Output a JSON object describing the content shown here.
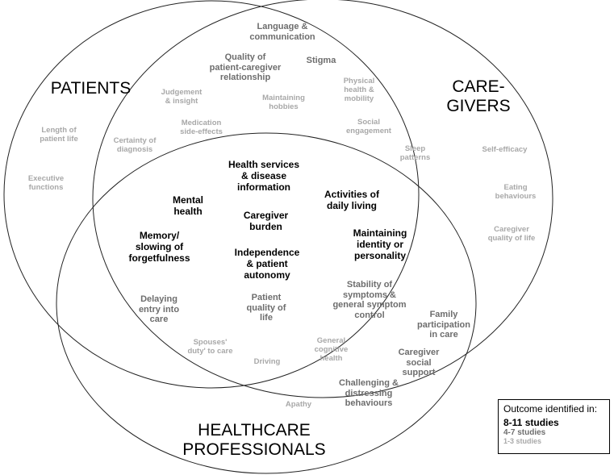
{
  "groups": {
    "patients": "PATIENTS",
    "caregivers": "CARE-\nGIVERS",
    "professionals": "HEALTHCARE\nPROFESSIONALS"
  },
  "outcomes": {
    "language_communication": "Language &\ncommunication",
    "quality_relationship": "Quality of\npatient-caregiver\nrelationship",
    "stigma": "Stigma",
    "judgement_insight": "Judgement\n& insight",
    "maintaining_hobbies": "Maintaining\nhobbies",
    "physical_health": "Physical\nhealth &\nmobility",
    "length_of_life": "Length of\npatient life",
    "medication_side_effects": "Medication\nside-effects",
    "social_engagement": "Social\nengagement",
    "certainty_diagnosis": "Certainty of\ndiagnosis",
    "sleep_patterns": "Sleep\npatterns",
    "self_efficacy": "Self-efficacy",
    "executive_functions": "Executive\nfunctions",
    "health_services": "Health services\n& disease\ninformation",
    "eating_behaviours": "Eating\nbehaviours",
    "activities_daily_living": "Activities of\ndaily living",
    "mental_health": "Mental\nhealth",
    "caregiver_burden": "Caregiver\nburden",
    "caregiver_qol": "Caregiver\nquality of life",
    "maintaining_identity": "Maintaining\nidentity or\npersonality",
    "memory": "Memory/\nslowing of\nforgetfulness",
    "independence": "Independence\n& patient\nautonomy",
    "stability_symptoms": "Stability of\nsymptoms &\ngeneral symptom\ncontrol",
    "delaying_entry": "Delaying\nentry into\ncare",
    "patient_qol": "Patient\nquality of\nlife",
    "family_participation": "Family\nparticipation\nin care",
    "spouses_duty": "Spouses'\nduty' to care",
    "general_cognitive": "General\ncognitive\nhealth",
    "driving": "Driving",
    "caregiver_social_support": "Caregiver\nsocial\nsupport",
    "challenging_behaviours": "Challenging &\ndistressing\nbehaviours",
    "apathy": "Apathy"
  },
  "legend": {
    "title": "Outcome identified in:",
    "high": "8-11 studies",
    "mid": "4-7 studies",
    "low": "1-3 studies"
  },
  "colors": {
    "high": "#000000",
    "mid": "#6d6d6d",
    "low": "#a8a8a8",
    "circle_stroke": "#222222"
  }
}
